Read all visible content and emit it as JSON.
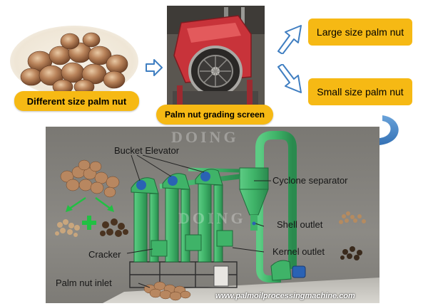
{
  "top": {
    "input_label": "Different size palm nut",
    "screen_label": "Palm nut grading screen",
    "output_large": "Large size palm nut",
    "output_small": "Small size palm nut"
  },
  "diagram": {
    "labels": {
      "bucket_elevator": "Bucket Elevator",
      "cyclone_separator": "Cyclone separator",
      "shell_outlet": "Shell outlet",
      "cracker": "Cracker",
      "kernel_outlet": "Kernel outlet",
      "palm_nut_inlet": "Palm nut inlet"
    },
    "watermark_top": "DOING",
    "watermark_mid": "DOING",
    "website": "www.palmoilprocessingmachine.com"
  },
  "icons": {
    "arrow_right": "arrow-right-icon",
    "arrow_up_right": "arrow-up-right-icon",
    "arrow_down_right": "arrow-down-right-icon",
    "curved_return": "curved-arrow-icon",
    "plus": "plus-icon",
    "arrow_color": "#3f7ec1",
    "tag_color": "#f6b914",
    "machine_green": "#3fb368",
    "motor_blue": "#2a62b4"
  }
}
